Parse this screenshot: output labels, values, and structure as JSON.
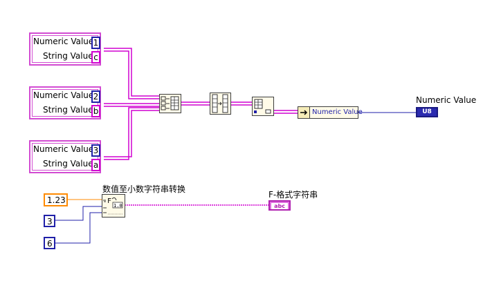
{
  "clusters": [
    {
      "numeric_label": "Numeric Value",
      "numeric_value": "1",
      "string_label": "String Value",
      "string_value": "c"
    },
    {
      "numeric_label": "Numeric Value",
      "numeric_value": "2",
      "string_label": "String Value",
      "string_value": "b"
    },
    {
      "numeric_label": "Numeric Value",
      "numeric_value": "3",
      "string_label": "String Value",
      "string_value": "a"
    }
  ],
  "unbundle_label": "Numeric Value",
  "numeric_indicator": {
    "label": "Numeric Value",
    "type": "U8"
  },
  "conversion": {
    "function_label": "数值至小数字符串转换",
    "constants": [
      "1.23",
      "3",
      "6"
    ],
    "output_label": "F-格式字符串",
    "output_type": "abc"
  },
  "colors": {
    "cluster_wire": "#d000d0",
    "numeric_wire": "#1f1fa8",
    "string_wire": "#d000d0",
    "float_wire": "#ff8a00"
  }
}
